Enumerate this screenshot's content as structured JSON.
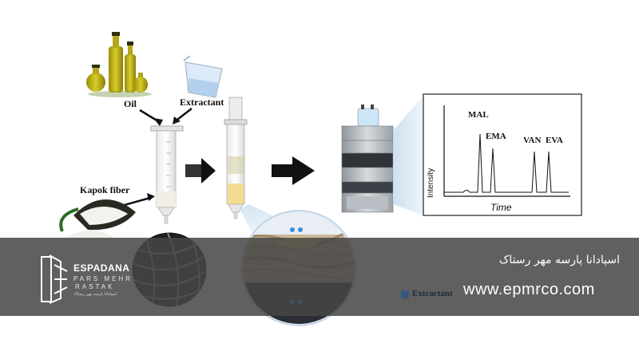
{
  "labels": {
    "oil": "Oil",
    "extractant": "Extractant",
    "kapok_fiber": "Kapok fiber"
  },
  "chromatogram": {
    "y_label": "Intensity",
    "x_label": "Time",
    "peaks": [
      "MAL",
      "EMA",
      "VAN",
      "EVA"
    ]
  },
  "watermark": {
    "brand_name": "ESPADANA",
    "brand_sub1": "PARS MEHR",
    "brand_sub2": "RASTAK",
    "brand_tiny": "اسپادانا پارسه مهر رستاک",
    "persian_name": "اسپادانا پارسه مهر رستاک",
    "website": "www.epmrco.com"
  },
  "legend": {
    "extractant": "Extractant"
  },
  "colors": {
    "legend_swatch": "#34577a",
    "band": "#464646",
    "arrow": "#111111"
  }
}
